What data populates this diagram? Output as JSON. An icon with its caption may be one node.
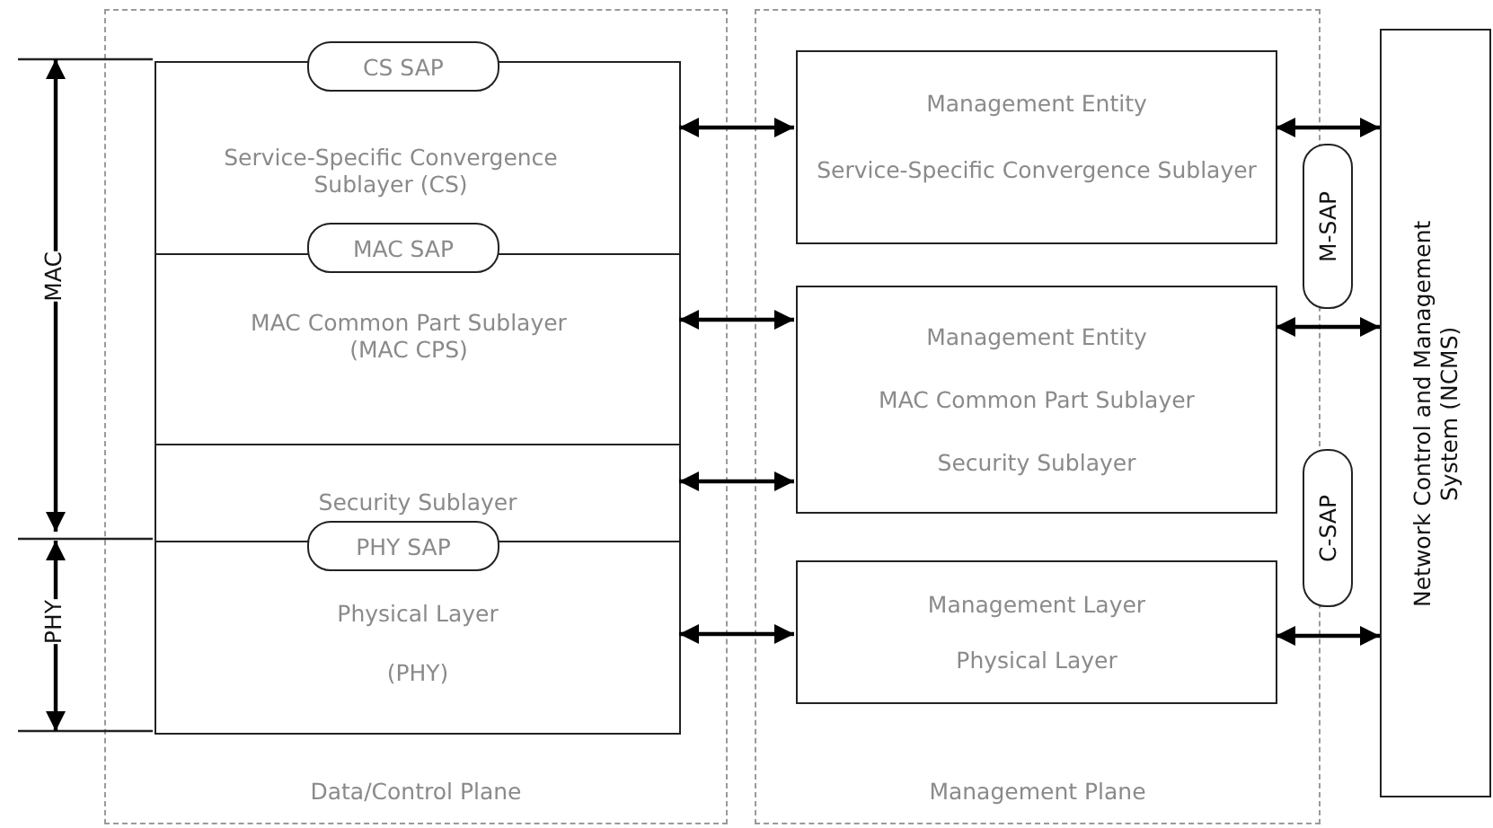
{
  "diagram": {
    "nodes": [
      {
        "text": [
          "Data/Control Plane"
        ]
      },
      {
        "text": [
          "CS SAP"
        ],
        "in": 0
      },
      {
        "text": [
          "Service-Specific Convergence Sublayer (CS)"
        ],
        "in": 0
      },
      {
        "text": [
          "MAC SAP"
        ],
        "in": 0
      },
      {
        "text": [
          "MAC Common Part Sublayer (MAC CPS)"
        ],
        "in": 0
      },
      {
        "text": [
          "Security Sublayer"
        ],
        "in": 0
      },
      {
        "text": [
          "PHY SAP"
        ],
        "in": 0
      },
      {
        "text": [
          "Physical Layer",
          "(PHY)"
        ],
        "in": 0
      },
      {
        "text": [
          "Management Plane"
        ]
      },
      {
        "text": [
          "Management Entity",
          "Service-Specific Convergence Sublayer"
        ],
        "in": 8
      },
      {
        "text": [
          "Management Entity",
          "MAC Common Part Sublayer",
          "Security Sublayer"
        ],
        "in": 8
      },
      {
        "text": [
          "Management Layer",
          "Physical Layer"
        ],
        "in": 8
      },
      {
        "text": [
          "M-SAP"
        ]
      },
      {
        "text": [
          "C-SAP"
        ]
      },
      {
        "text": [
          "Network Control and Management System (NCMS)"
        ]
      }
    ],
    "edges": [
      {
        "from": 2,
        "to": 9,
        "arrow": "both"
      },
      {
        "from": 4,
        "to": 10,
        "arrow": "both"
      },
      {
        "from": 5,
        "to": 10,
        "arrow": "both"
      },
      {
        "from": 7,
        "to": 11,
        "arrow": "both"
      },
      {
        "from": 9,
        "to": 14,
        "arrow": "both"
      },
      {
        "from": 10,
        "to": 14,
        "arrow": "both"
      },
      {
        "from": 11,
        "to": 14,
        "arrow": "both"
      }
    ],
    "labels": [
      "MAC",
      "PHY"
    ]
  }
}
